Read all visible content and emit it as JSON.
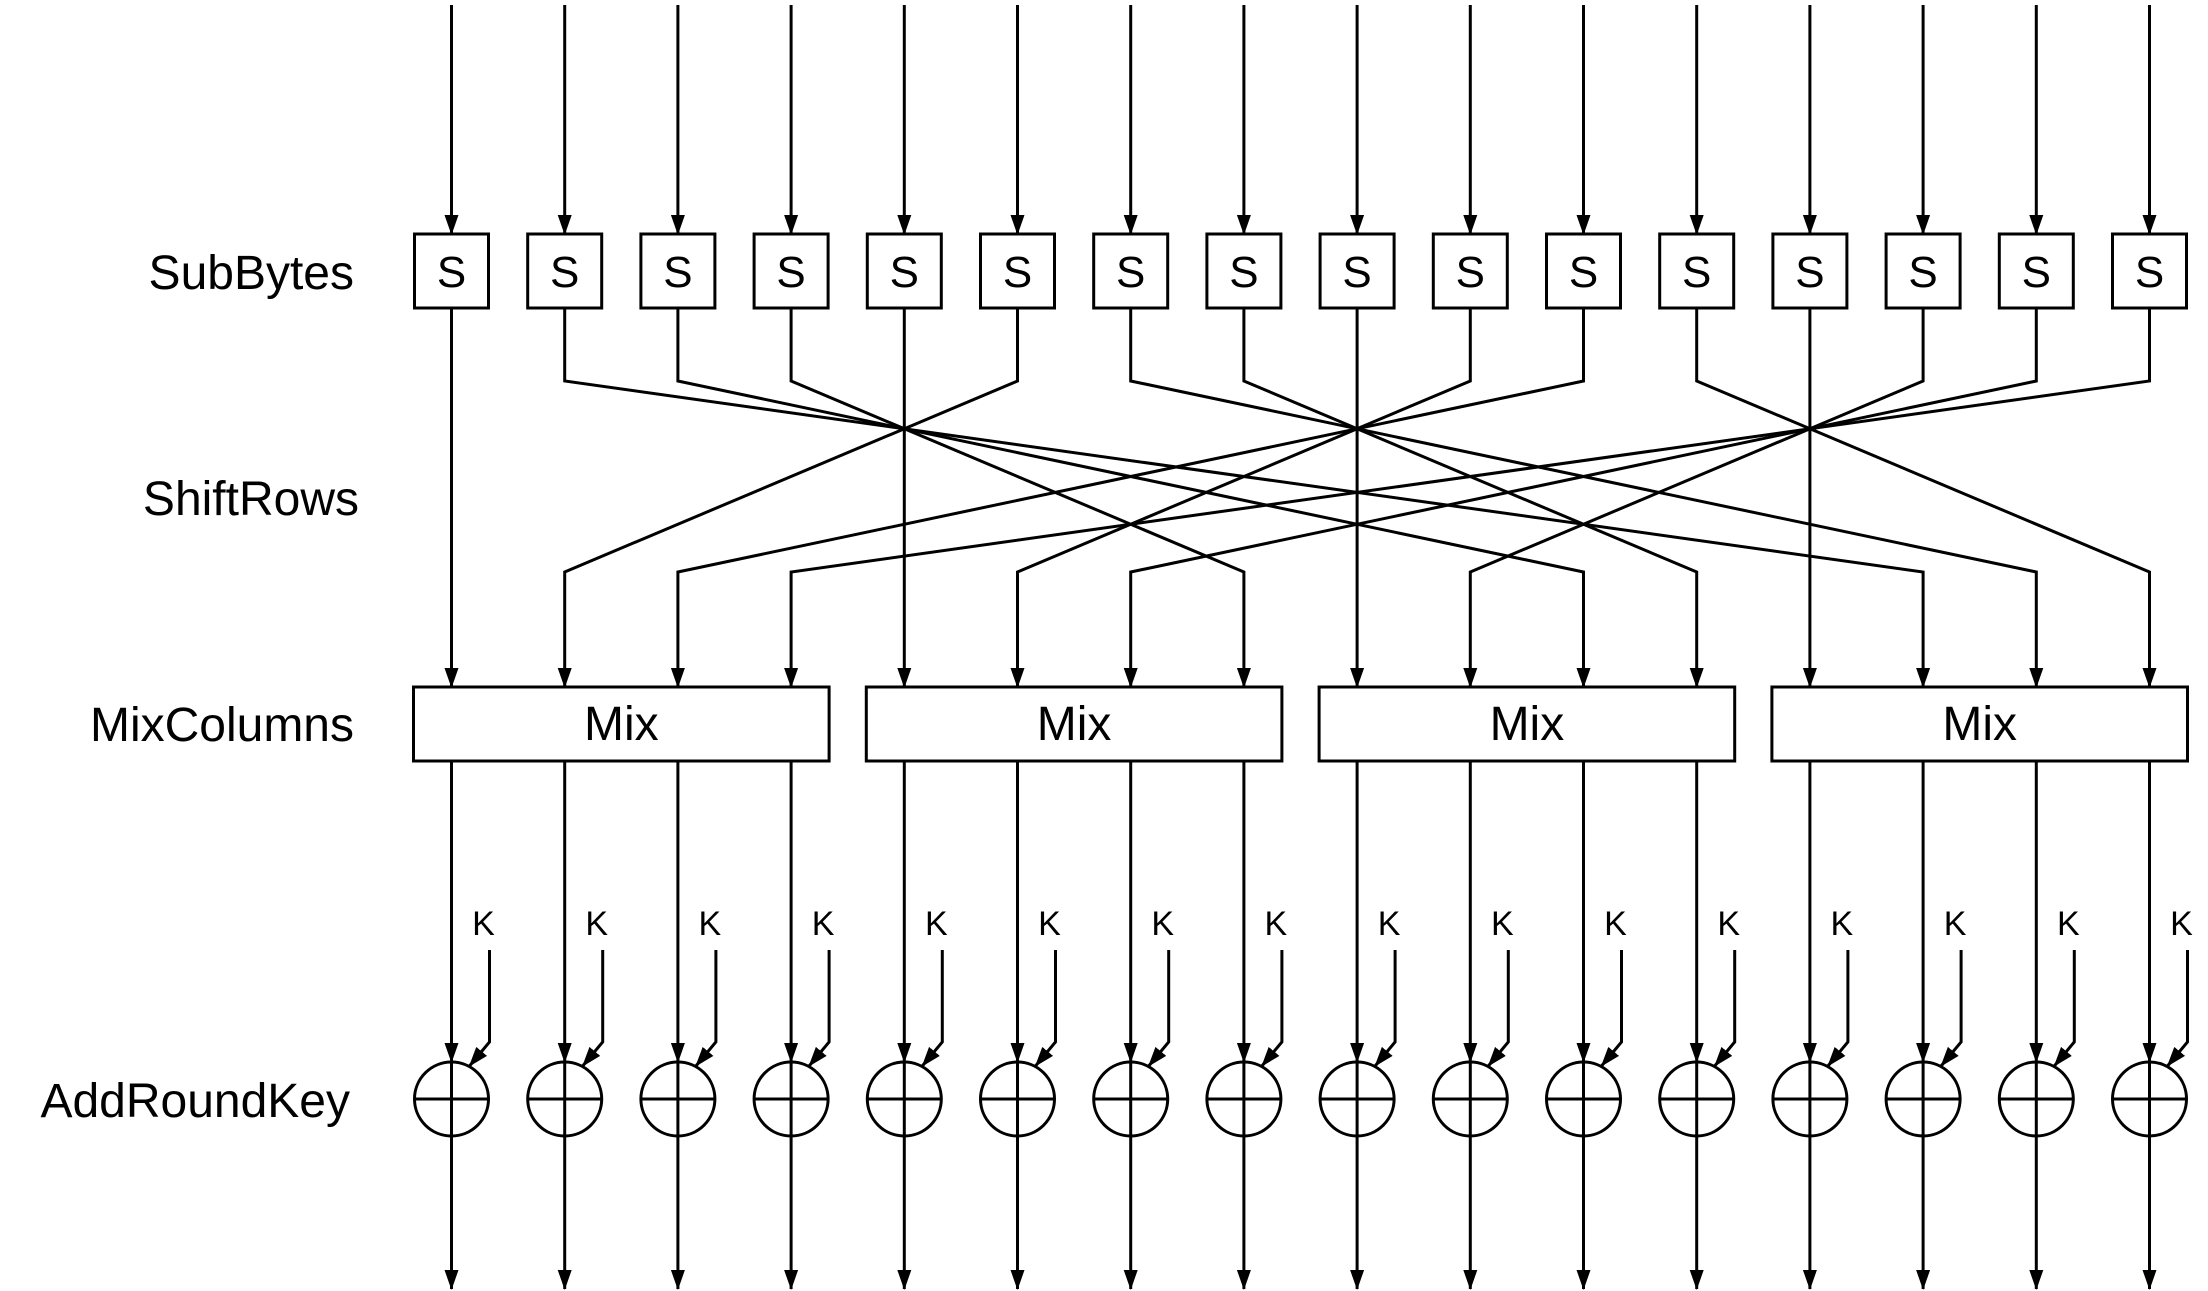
{
  "stages": {
    "subbytes": "SubBytes",
    "shiftrows": "ShiftRows",
    "mixcolumns": "MixColumns",
    "addroundkey": "AddRoundKey"
  },
  "sbox_label": "S",
  "mix_label": "Mix",
  "key_label": "K",
  "byte_count": 16,
  "column_count": 4,
  "shift_rows_permutation": [
    0,
    5,
    10,
    15,
    4,
    9,
    14,
    3,
    8,
    13,
    2,
    7,
    12,
    1,
    6,
    11
  ]
}
